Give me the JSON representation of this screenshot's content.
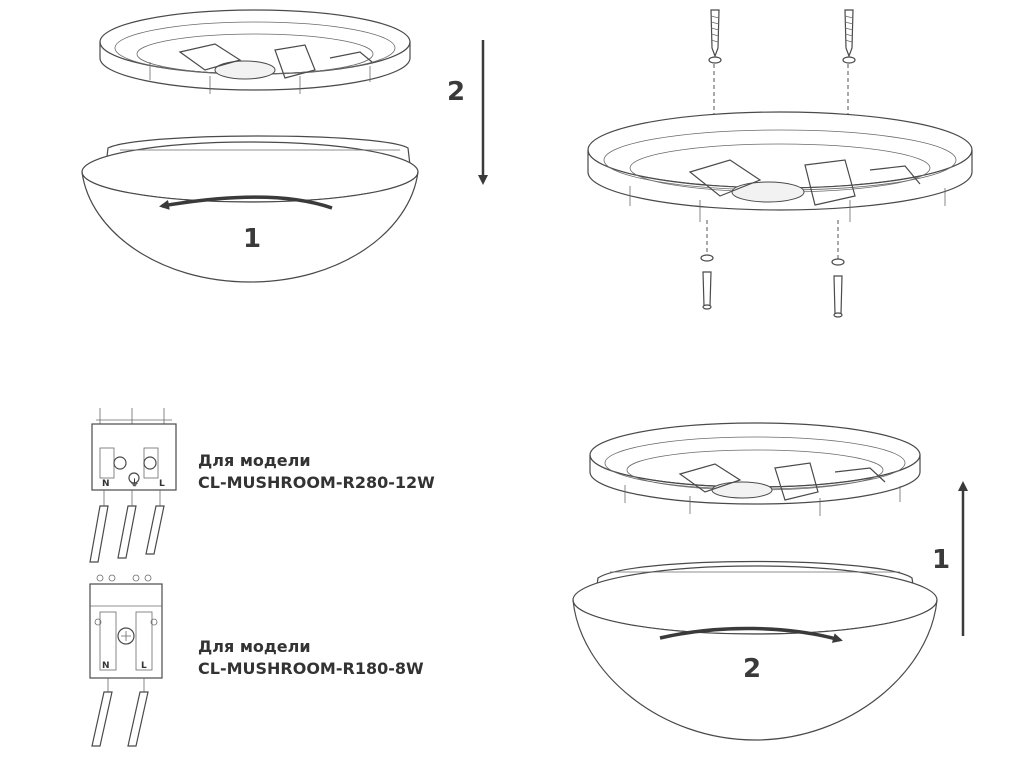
{
  "steps": {
    "top_left": {
      "rotate_step": "1",
      "lower_step": "2"
    },
    "bottom_right": {
      "raise_step": "1",
      "rotate_step": "2"
    }
  },
  "terminal_blocks": [
    {
      "caption_line1": "Для модели",
      "caption_line2": "CL-MUSHROOM-R280-12W",
      "terminals": [
        "N",
        "⏚",
        "L"
      ]
    },
    {
      "caption_line1": "Для модели",
      "caption_line2": "CL-MUSHROOM-R180-8W",
      "terminals": [
        "N",
        "L"
      ]
    }
  ],
  "colors": {
    "line": "#4a4a4a",
    "arrow": "#3a3a3a",
    "text": "#333333",
    "background": "#ffffff"
  }
}
